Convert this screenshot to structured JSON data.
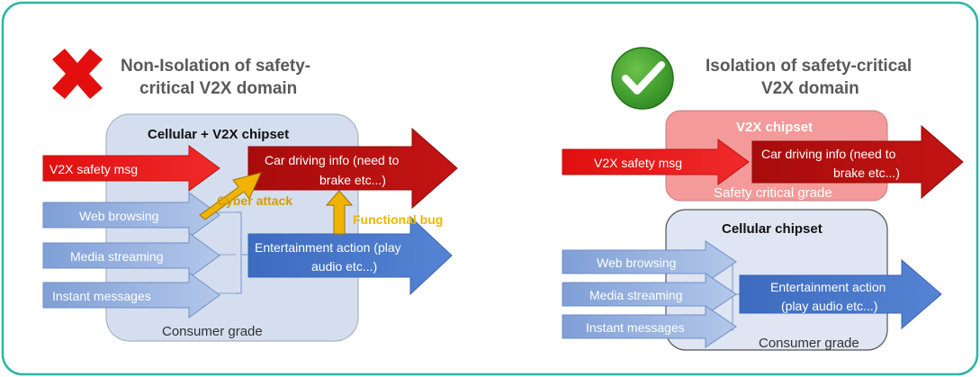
{
  "left": {
    "title_line1": "Non-Isolation of safety-",
    "title_line2": "critical V2X domain",
    "chipset_label": "Cellular + V2X chipset",
    "grade_label": "Consumer grade",
    "inputs": {
      "safety": "V2X safety msg",
      "web": "Web browsing",
      "media": "Media streaming",
      "im": "Instant messages"
    },
    "car_line1": "Car driving info (need to",
    "car_line2": "brake etc...)",
    "ent_line1": "Entertainment action (play",
    "ent_line2": "audio etc...)",
    "cyber_attack": "Cyber attack",
    "functional_bug": "Functional bug",
    "status_icon": "red-x-icon"
  },
  "right": {
    "title_line1": "Isolation of safety-critical",
    "title_line2": "V2X domain",
    "v2x_chipset_label": "V2X chipset",
    "safety_grade_label": "Safety critical grade",
    "cellular_chipset_label": "Cellular chipset",
    "grade_label": "Consumer grade",
    "inputs": {
      "safety": "V2X safety msg",
      "web": "Web browsing",
      "media": "Media streaming",
      "im": "Instant messages"
    },
    "car_line1": "Car driving info (need to",
    "car_line2": "brake etc...)",
    "ent_line1": "Entertainment action",
    "ent_line2": "(play audio etc...)",
    "status_icon": "green-check-icon"
  },
  "colors": {
    "frame": "#2bb5a8",
    "red_arrow": "#e30e0e",
    "dark_red_arrow": "#b80f0f",
    "light_blue_arrow": "#9fb7e0",
    "blue_arrow": "#4a78c8",
    "chipset_fill": "#d5deef",
    "v2x_chipset_fill": "#f49a9a",
    "attack_arrow": "#f0b400",
    "title_text": "#595959"
  }
}
